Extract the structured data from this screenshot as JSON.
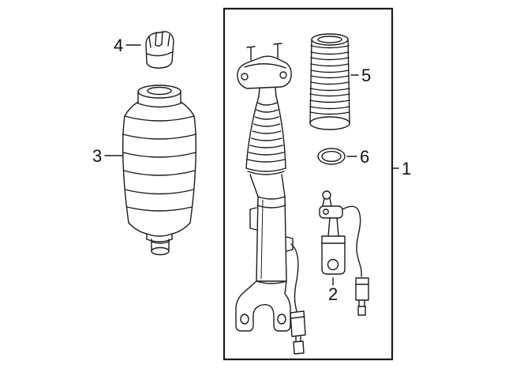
{
  "diagram": {
    "background": "#ffffff",
    "line_color": "#1b1b1b",
    "callouts": [
      {
        "label": "1",
        "part": "shock-absorber-assembly"
      },
      {
        "label": "2",
        "part": "sensor-with-cable"
      },
      {
        "label": "3",
        "part": "air-spring"
      },
      {
        "label": "4",
        "part": "cap-clip"
      },
      {
        "label": "5",
        "part": "dust-boot"
      },
      {
        "label": "6",
        "part": "seal-ring"
      }
    ]
  }
}
